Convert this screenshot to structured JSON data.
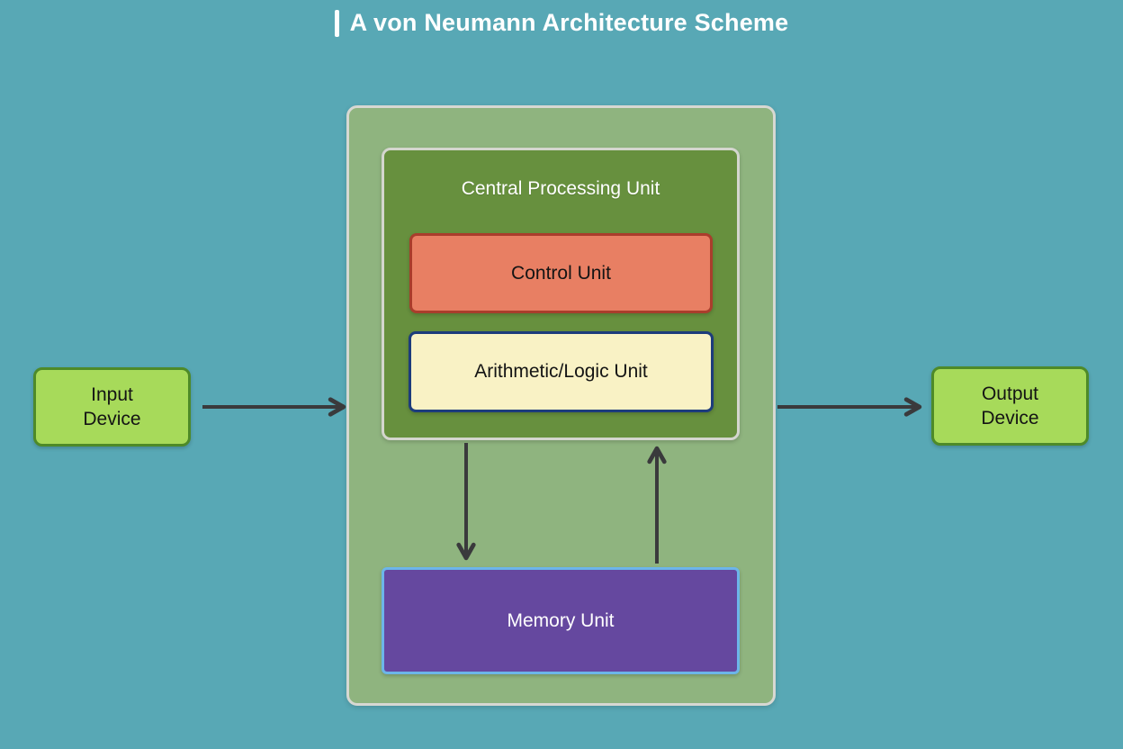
{
  "title": {
    "text": "A von Neumann Architecture Scheme"
  },
  "diagram": {
    "nodes": {
      "input_device": {
        "label": "Input\nDevice"
      },
      "output_device": {
        "label": "Output\nDevice"
      },
      "cpu": {
        "label": "Central Processing Unit"
      },
      "control_unit": {
        "label": "Control Unit"
      },
      "alu": {
        "label": "Arithmetic/Logic Unit"
      },
      "memory_unit": {
        "label": "Memory Unit"
      }
    },
    "edges": [
      {
        "from": "input_device",
        "to": "cpu",
        "direction": "right"
      },
      {
        "from": "cpu",
        "to": "output_device",
        "direction": "right"
      },
      {
        "from": "cpu",
        "to": "memory_unit",
        "direction": "down"
      },
      {
        "from": "memory_unit",
        "to": "cpu",
        "direction": "up"
      }
    ],
    "colors": {
      "background": "#58a8b5",
      "title_text": "#ffffff",
      "container_fill": "#8fb47f",
      "container_border": "#d7d8d2",
      "cpu_fill": "#67903e",
      "cpu_border": "#d4d6ce",
      "control_unit_fill": "#e87f63",
      "control_unit_border": "#aa3d2c",
      "alu_fill": "#f9f2c5",
      "alu_border": "#1d3c7c",
      "memory_fill": "#65489f",
      "memory_border": "#6cb5e9",
      "io_fill": "#a7da5a",
      "io_border": "#4e8a28",
      "arrow": "#3a3a3c"
    }
  }
}
